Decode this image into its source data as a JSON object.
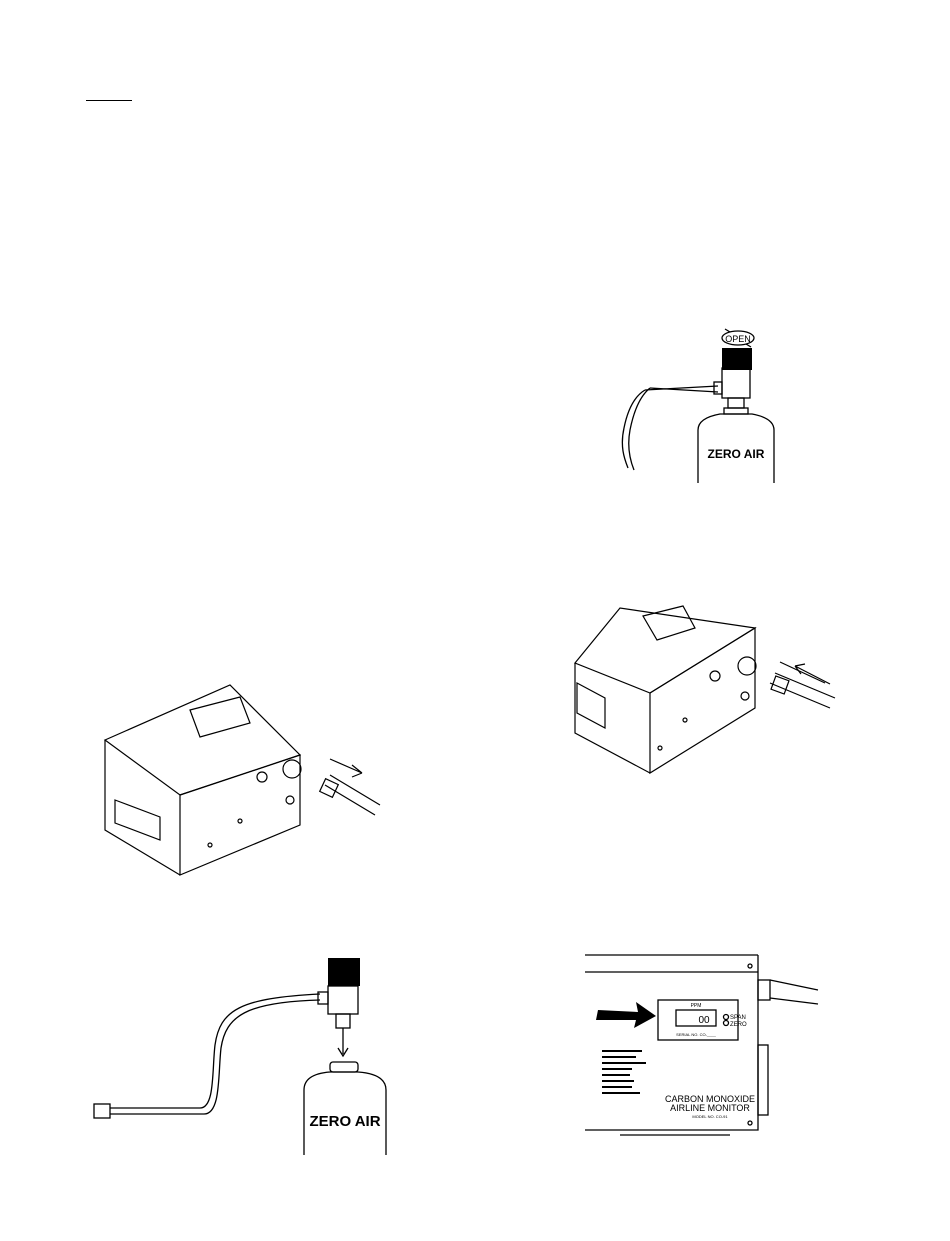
{
  "figures": {
    "open_valve": {
      "direction_label": "OPEN",
      "cylinder_label": "ZERO AIR"
    },
    "connect_regulator": {
      "cylinder_label": "ZERO AIR"
    },
    "monitor_front": {
      "display_title": "PPM",
      "display_value": "00",
      "span_label": "SPAN",
      "zero_label": "ZERO",
      "serial_text": "SERIAL NO. CO-____",
      "product_line1": "CARBON MONOXIDE",
      "product_line2": "AIRLINE MONITOR",
      "model_text": "MODEL NO. CO-91"
    }
  }
}
